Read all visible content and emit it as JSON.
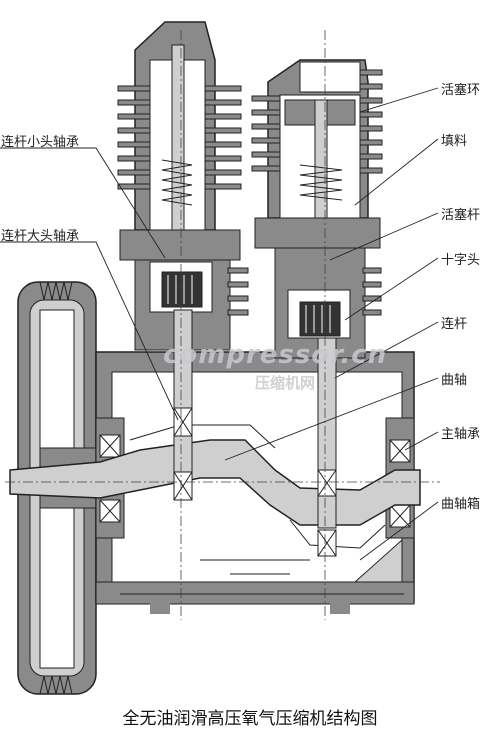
{
  "labels": {
    "piston_ring": "活塞环",
    "packing": "填料",
    "piston_rod": "活塞杆",
    "crosshead": "十字头",
    "connecting_rod": "连杆",
    "crankshaft": "曲轴",
    "main_bearing": "主轴承",
    "crankcase": "曲轴箱",
    "small_end_bearing": "连杆小头轴承",
    "big_end_bearing": "连杆大头轴承"
  },
  "watermark": {
    "brand": "compressor.cn",
    "cn": "压缩机网"
  },
  "caption": "全无油润滑高压氧气压缩机结构图",
  "colors": {
    "metal": "#7f7f7f",
    "dark": "#333333",
    "light": "#d9d9d9",
    "line": "#222222",
    "watermark_red": "#c0392b"
  }
}
